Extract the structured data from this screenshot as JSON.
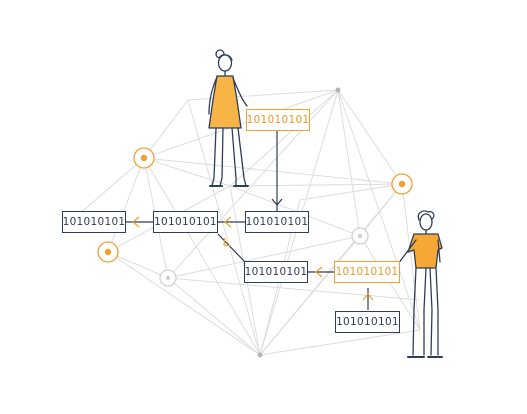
{
  "colors": {
    "navy": "#2f3e57",
    "orange": "#f0a030",
    "mesh": "#dcdcdc",
    "skin": "#ffffff",
    "shirt": "#f5a836"
  },
  "diagram": {
    "boxes": [
      {
        "id": "box-woman",
        "label": "101010101",
        "highlight": true
      },
      {
        "id": "box-mid-right",
        "label": "101010101",
        "highlight": false
      },
      {
        "id": "box-mid-center",
        "label": "101010101",
        "highlight": false
      },
      {
        "id": "box-left",
        "label": "101010101",
        "highlight": false
      },
      {
        "id": "box-lower-center",
        "label": "101010101",
        "highlight": false
      },
      {
        "id": "box-man",
        "label": "101010101",
        "highlight": true
      },
      {
        "id": "box-bottom",
        "label": "101010101",
        "highlight": false
      }
    ],
    "nodes": [
      {
        "id": "node-orange-1",
        "kind": "orange-ring"
      },
      {
        "id": "node-orange-2",
        "kind": "orange-ring"
      },
      {
        "id": "node-orange-3",
        "kind": "orange-ring"
      },
      {
        "id": "node-gray-1",
        "kind": "gray-ring"
      },
      {
        "id": "node-gray-2",
        "kind": "gray-ring"
      },
      {
        "id": "node-dot-top",
        "kind": "gray-dot"
      },
      {
        "id": "node-dot-bottom",
        "kind": "gray-dot"
      }
    ],
    "figures": [
      "woman-figure",
      "man-figure"
    ]
  }
}
